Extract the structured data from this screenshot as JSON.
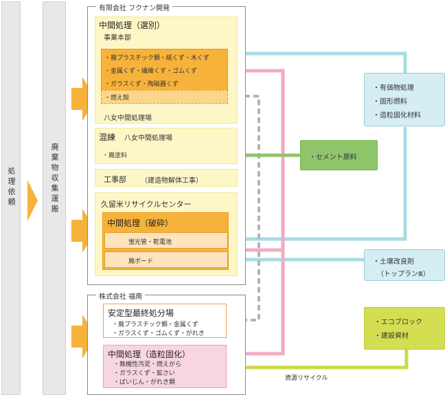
{
  "left_column": {
    "label": "処理依頼"
  },
  "second_column": {
    "label": "廃棄物収集運搬"
  },
  "fukunan": {
    "title": "有限会社 フクナン開発",
    "box1": {
      "title": "中間処理（選別）",
      "subtitle": "事業本部",
      "items": [
        "・廃プラスチック類・紙くず・木くず",
        "・金属くず・繊維くず・ゴムくず",
        "・ガラスくず・陶磁器くず",
        "・燃え殻"
      ],
      "footer": "八女中間処理場"
    },
    "box2": {
      "title": "混練",
      "subtitle": "八女中間処理場",
      "item": "・廃塗料"
    },
    "box3": {
      "title": "工事部",
      "subtitle": "（建造物解体工事）"
    },
    "box4": {
      "title": "久留米リサイクルセンター",
      "subtitle": "中間処理（破砕）",
      "items": [
        "蛍光管・乾電池",
        "廃ボード"
      ]
    }
  },
  "fukunan2": {
    "title": "株式会社 福南",
    "box1": {
      "title": "安定型最終処分場",
      "lines": [
        "・廃プラスチック類・金属くず",
        "・ガラスくず・ゴムくず・がれき"
      ]
    },
    "box2": {
      "title": "中間処理（造粒固化）",
      "lines": [
        "・無機性汚泥・燃えがら",
        "・ガラスくず・鉱さい",
        "・ばいじん・がれき類"
      ]
    }
  },
  "outputs": {
    "valuables": [
      "・有価物処理",
      "・固形燃料",
      "・造粒固化材料"
    ],
    "cement": "・セメント原料",
    "soil": [
      "・土壌改良剤",
      "（トップランⅢ）"
    ],
    "eco": [
      "・エコブロック",
      "・建設資材"
    ]
  },
  "recycle_label": "資源リサイクル",
  "colors": {
    "blue_line": "#a9dbe4",
    "pink_line": "#f3aac3",
    "green_line": "#8fc56a",
    "lime_line": "#cbd94a",
    "gray_dash": "#b5b5b5",
    "arrow": "#f7b23b"
  }
}
